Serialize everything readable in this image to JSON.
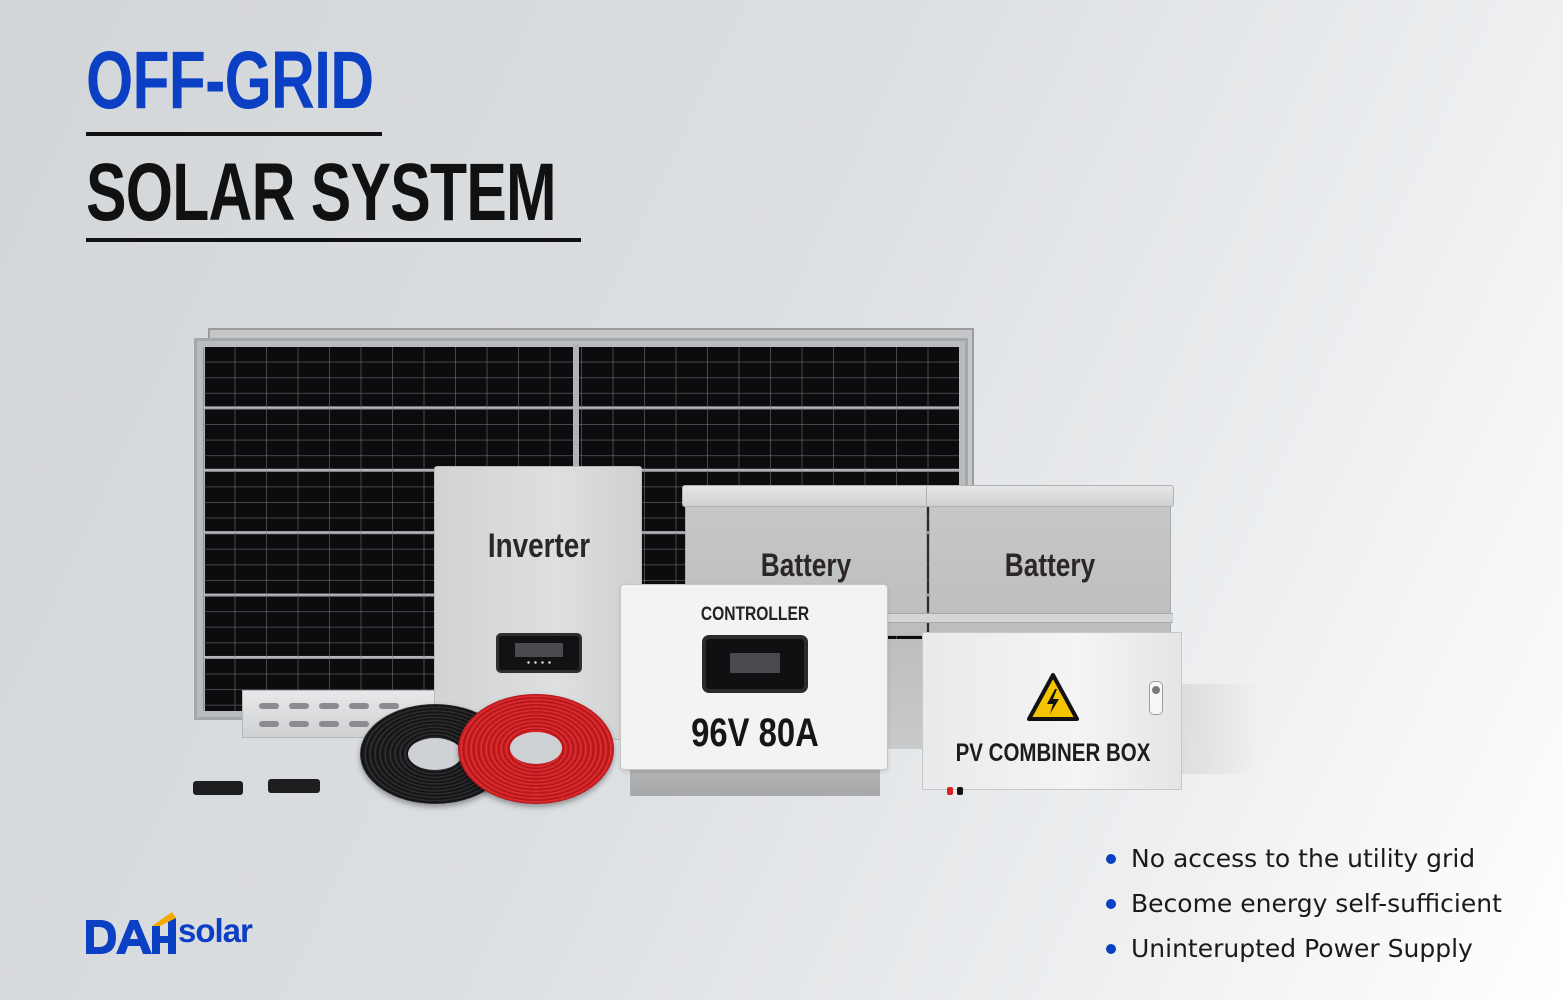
{
  "header": {
    "title_line1": "OFF-GRID",
    "title_line2": "SOLAR SYSTEM"
  },
  "products": {
    "inverter_label": "Inverter",
    "battery_labels": [
      "Battery",
      "Battery"
    ],
    "controller_title": "CONTROLLER",
    "controller_rating": "96V 80A",
    "combiner_label": "PV COMBINER BOX"
  },
  "features": [
    "No access to the utility grid",
    "Become energy self-sufficient",
    "Uninterupted Power Supply"
  ],
  "logo": {
    "wordmark": "DAH",
    "text": "solar"
  },
  "icons": {
    "warning": "high-voltage-warning-icon",
    "bullet": "bullet-dot-icon"
  },
  "colors": {
    "brand_blue": "#0b3fc4",
    "title_black": "#111111",
    "red_cable": "#e0262a"
  }
}
